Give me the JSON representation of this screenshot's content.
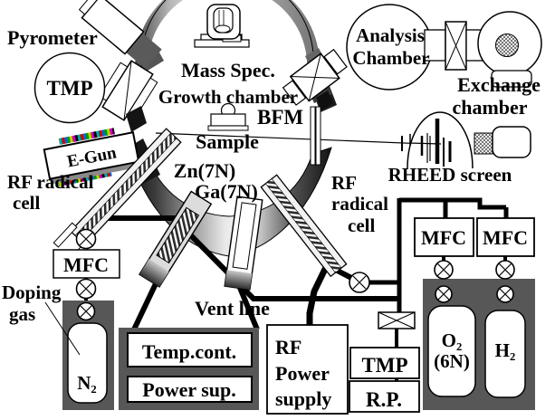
{
  "labels": {
    "pyrometer": "Pyrometer",
    "tmp_left": "TMP",
    "mass_spec": "Mass Spec.",
    "growth_chamber": "Growth chamber",
    "bfm": "BFM",
    "sample": "Sample",
    "zn_cell": "Zn(7N)",
    "ga_cell": "Ga(7N)",
    "e_gun": "E-Gun",
    "rf_left_1": "RF radical",
    "rf_left_2": "cell",
    "rf_right_1": "RF",
    "rf_right_2": "radical",
    "rf_right_3": "cell",
    "analysis_1": "Analysis",
    "analysis_2": "Chamber",
    "exchange_1": "Exchange",
    "exchange_2": "chamber",
    "rheed_screen": "RHEED screen",
    "mfc_doping": "MFC",
    "doping_1": "Doping",
    "doping_2": "gas",
    "n2": "N₂",
    "vent_line": "Vent line",
    "temp_cont": "Temp.cont.",
    "power_sup": "Power sup.",
    "rf_power_1": "RF",
    "rf_power_2": "Power",
    "rf_power_3": "supply",
    "tmp_bottom": "TMP",
    "rp": "R.P.",
    "mfc_o2": "MFC",
    "mfc_h2": "MFC",
    "o2_1": "O₂",
    "o2_2": "(6N)",
    "h2": "H₂"
  },
  "colors": {
    "cabinet_gray": "#575757",
    "ring_light": "#efefef",
    "ring_dark": "#4a4a4a",
    "shade_black": "#141414",
    "background": "#ffffff"
  }
}
